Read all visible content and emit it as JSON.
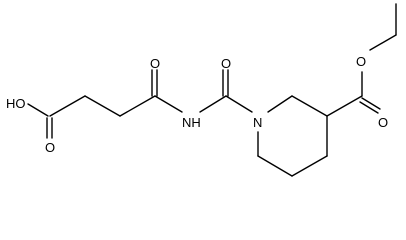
{
  "molecule": {
    "atoms": {
      "hydroxyl": "HO",
      "acid_carbonyl_o": "O",
      "amide_carbonyl_o": "O",
      "urea_carbonyl_o": "O",
      "imide_nh": "NH",
      "ring_n": "N",
      "ester_carbonyl_o": "O",
      "ester_ether_o": "O"
    },
    "colors": {
      "bond": "#000000",
      "label": "#000000",
      "background": "#ffffff"
    }
  }
}
